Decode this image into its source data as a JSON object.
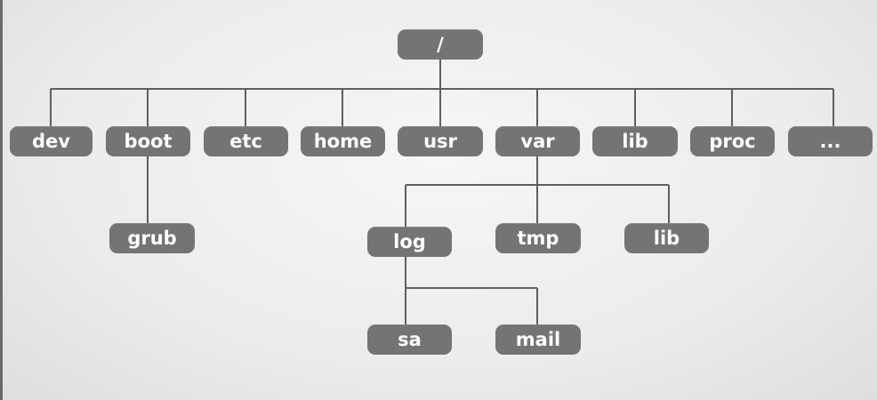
{
  "diagram": {
    "nodes": {
      "root": "/",
      "dev": "dev",
      "boot": "boot",
      "etc": "etc",
      "home": "home",
      "usr": "usr",
      "var": "var",
      "lib": "lib",
      "proc": "proc",
      "more": "...",
      "grub": "grub",
      "log": "log",
      "tmp": "tmp",
      "var_lib": "lib",
      "sa": "sa",
      "mail": "mail"
    },
    "edges": [
      [
        "root",
        "dev"
      ],
      [
        "root",
        "boot"
      ],
      [
        "root",
        "etc"
      ],
      [
        "root",
        "home"
      ],
      [
        "root",
        "usr"
      ],
      [
        "root",
        "var"
      ],
      [
        "root",
        "lib"
      ],
      [
        "root",
        "proc"
      ],
      [
        "root",
        "more"
      ],
      [
        "boot",
        "grub"
      ],
      [
        "var",
        "log"
      ],
      [
        "var",
        "tmp"
      ],
      [
        "var",
        "var_lib"
      ],
      [
        "log",
        "sa"
      ],
      [
        "log",
        "mail"
      ]
    ]
  }
}
